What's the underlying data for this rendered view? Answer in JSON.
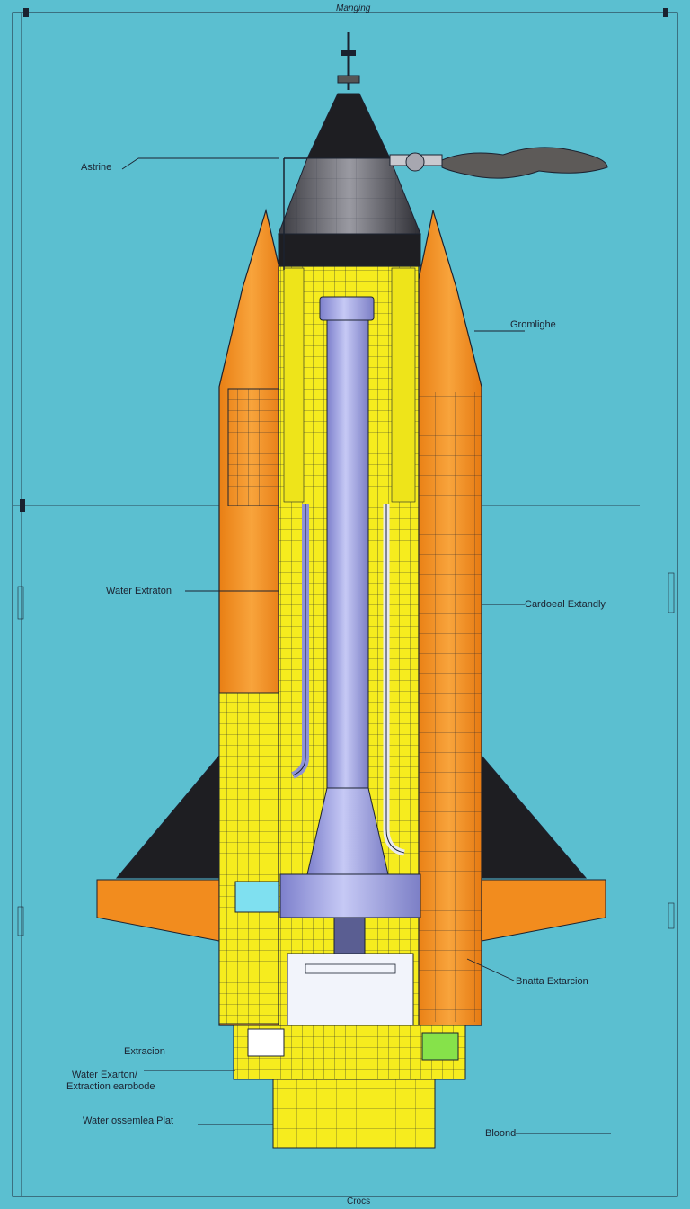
{
  "diagram": {
    "title": "Manging",
    "footer": "Crocs",
    "labels": {
      "astrine": "Astrine",
      "gromlighe": "Gromlighe",
      "water_extraton": "Water Extraton",
      "cardoeal_extandly": "Cardoeal Extandly",
      "bnatta_extarcion": "Bnatta Extarcion",
      "extracion": "Extracion",
      "water_exarton": "Water Exarton/",
      "extraction_earobode": "Extraction earobode",
      "water_ossemlea_plat": "Water ossemlea Plat",
      "bloond": "Bloond"
    }
  },
  "colors": {
    "background": "#5bbfd0",
    "booster_orange": "#f28c1e",
    "frame_yellow": "#f6ec1e",
    "core_lavender": "#9fa3e6",
    "nose_black": "#1e1e22",
    "line": "#1b2230"
  }
}
